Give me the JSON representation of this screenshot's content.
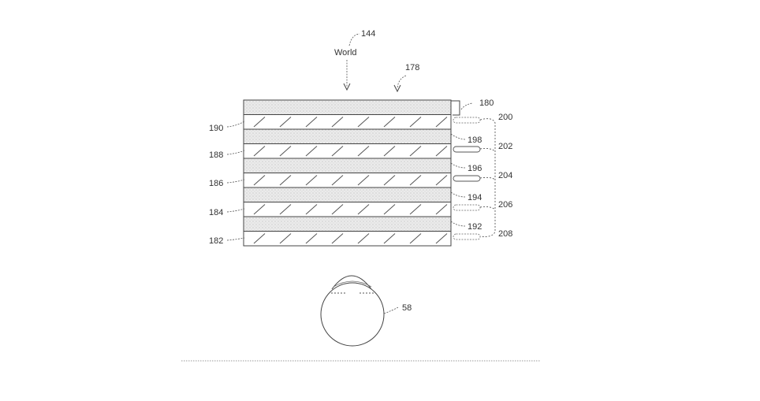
{
  "diagram": {
    "world_label": "World",
    "labels": {
      "world_ref": "144",
      "stack_ref": "178",
      "top_plate": "180",
      "waveguide_190": "190",
      "waveguide_188": "188",
      "waveguide_186": "186",
      "waveguide_184": "184",
      "waveguide_182": "182",
      "layer_198": "198",
      "layer_196": "196",
      "layer_194": "194",
      "layer_192": "192",
      "injector_200": "200",
      "injector_202": "202",
      "injector_204": "204",
      "injector_206": "206",
      "injector_208": "208",
      "eye": "58"
    },
    "layer_order_top_to_bottom": [
      "180",
      "190",
      "198",
      "188",
      "196",
      "186",
      "194",
      "184",
      "192",
      "182"
    ],
    "layer_types": [
      "stipple",
      "hatch",
      "stipple",
      "hatch",
      "stipple",
      "hatch",
      "stipple",
      "hatch",
      "stipple",
      "hatch"
    ],
    "colors": {
      "line": "#444444",
      "stipple": "#e6e6e6",
      "text": "#333333"
    }
  }
}
